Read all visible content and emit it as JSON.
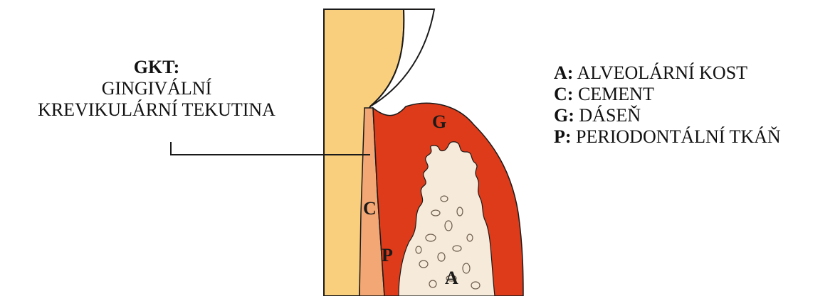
{
  "callout": {
    "title": "GKT:",
    "line1": "GINGIVÁLNÍ",
    "line2": "KREVIKULÁRNÍ TEKUTINA"
  },
  "legend": [
    {
      "key": "A:",
      "label": "ALVEOLÁRNÍ KOST"
    },
    {
      "key": "C:",
      "label": "CEMENT"
    },
    {
      "key": "G:",
      "label": "DÁSEŇ"
    },
    {
      "key": "P:",
      "label": "PERIODONTÁLNÍ TKÁŇ"
    }
  ],
  "diagram_letters": {
    "g": "G",
    "c": "C",
    "p": "P",
    "a": "A"
  },
  "colors": {
    "tooth": "#f9cf7d",
    "enamel": "#ffffff",
    "cementum": "#f3a774",
    "gingiva": "#dd3b19",
    "bone": "#f6ebdb",
    "crevicular_fluid": "#f6a5a5",
    "outline": "#1a1a1a"
  }
}
